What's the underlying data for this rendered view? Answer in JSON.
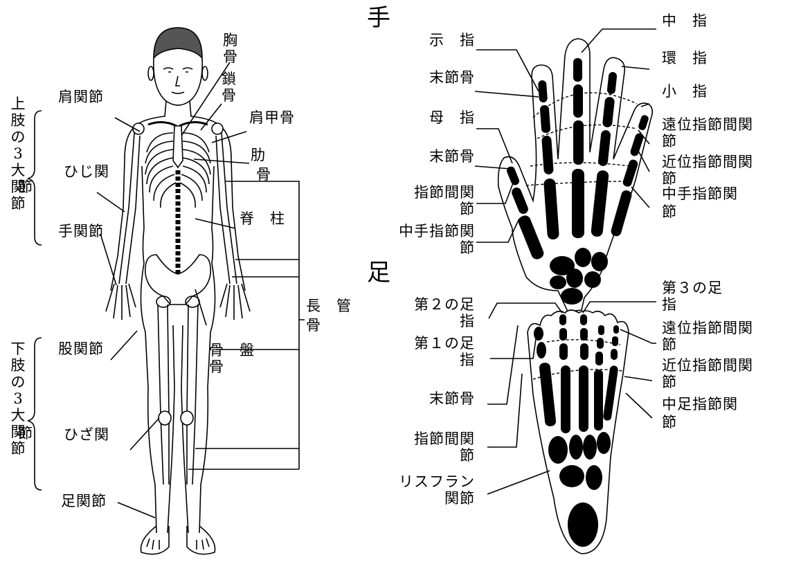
{
  "figure": {
    "body": {
      "left_groups": {
        "upper": {
          "vertical": "上肢の3大関節",
          "split": "節"
        },
        "lower": {
          "vertical": "下肢の3大関節",
          "split": "節"
        }
      },
      "labels": {
        "shoulder": "肩関節",
        "elbow": "ひじ関",
        "wrist": "手関節",
        "hip": "股関節",
        "knee": "ひざ関",
        "ankle": "足関節",
        "sternum_1": "胸",
        "sternum_2": "骨",
        "clavicle_1": "鎖",
        "clavicle_2": "骨",
        "scapula": "肩甲骨",
        "ribs_1": "肋",
        "ribs_2": "骨",
        "spine": "脊　柱",
        "pelvis_1": "骨　盤",
        "pelvis_2": "骨",
        "long_bone_1": "長",
        "long_bone_2": "管",
        "long_bone_3": "骨"
      }
    },
    "hand": {
      "title": "手",
      "labels": {
        "index": "示　指",
        "distal_phalanx": "末節骨",
        "thumb": "母　指",
        "distal_phalanx_2": "末節骨",
        "ip_joint": "指節間関",
        "ip_joint_2": "節",
        "mcp_left": "中手指節関",
        "mcp_left_2": "節",
        "middle": "中　指",
        "ring": "環　指",
        "little": "小　指",
        "dip": "遠位指節間関",
        "dip_2": "節",
        "pip": "近位指節間関",
        "pip_2": "節",
        "mcp_right": "中手指節関",
        "mcp_right_2": "節"
      }
    },
    "foot": {
      "title": "足",
      "labels": {
        "second_toe": "第２の足",
        "second_toe_2": "指",
        "first_toe": "第１の足",
        "first_toe_2": "指",
        "distal_phalanx": "末節骨",
        "ip_joint": "指節間関",
        "ip_joint_2": "節",
        "lisfranc": "リスフラン",
        "lisfranc_2": "関節",
        "third_toe": "第３の足",
        "third_toe_2": "指",
        "dip": "遠位指節間関",
        "dip_2": "節",
        "pip": "近位指節間関",
        "pip_2": "節",
        "mtp": "中足指節関",
        "mtp_2": "節"
      }
    }
  }
}
